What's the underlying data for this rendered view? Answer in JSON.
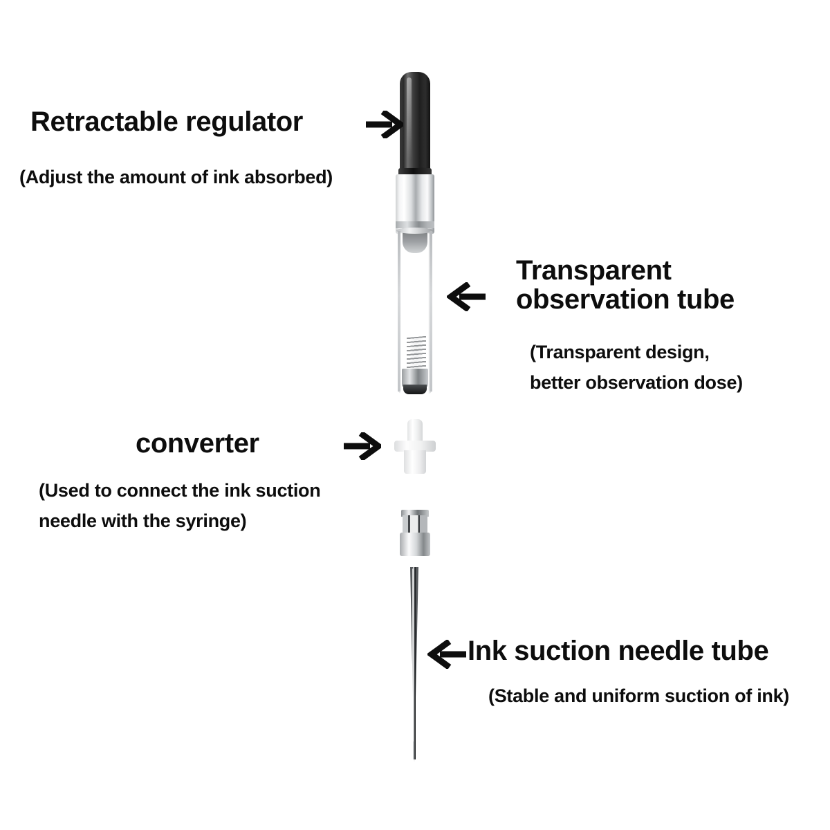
{
  "diagram": {
    "title": "Fountain pen ink converter syringe exploded diagram",
    "background_color": "#ffffff",
    "text_color": "#0d0d0d"
  },
  "annotations": [
    {
      "id": "retractable-regulator",
      "title": "Retractable regulator",
      "subtitle": "(Adjust the amount of ink absorbed)",
      "arrow_direction": "right"
    },
    {
      "id": "transparent-observation-tube",
      "title": "Transparent\nobservation tube",
      "subtitle": "(Transparent design,\nbetter observation dose)",
      "arrow_direction": "left"
    },
    {
      "id": "converter",
      "title": "converter",
      "subtitle": "(Used to connect the ink suction\nneedle with the syringe)",
      "arrow_direction": "right"
    },
    {
      "id": "ink-suction-needle-tube",
      "title": "Ink suction needle tube",
      "subtitle": "(Stable and uniform suction of ink)",
      "arrow_direction": "left"
    }
  ],
  "product_parts": [
    {
      "id": "regulator-knob",
      "name": "black retractable regulator knob",
      "color": "#1f1f1f"
    },
    {
      "id": "chrome-collar",
      "name": "chrome collar",
      "color": "#dcdee0"
    },
    {
      "id": "observation-tube",
      "name": "transparent observation tube",
      "color": "#c2c5c8"
    },
    {
      "id": "spring",
      "name": "internal spring coil",
      "color": "#787b7e"
    },
    {
      "id": "converter-fitting",
      "name": "white plastic converter",
      "color": "#ffffff"
    },
    {
      "id": "needle-hub",
      "name": "chrome luer needle hub",
      "color": "#c6c9cb"
    },
    {
      "id": "needle-shaft",
      "name": "stainless ink suction needle",
      "color": "#55585b"
    }
  ]
}
